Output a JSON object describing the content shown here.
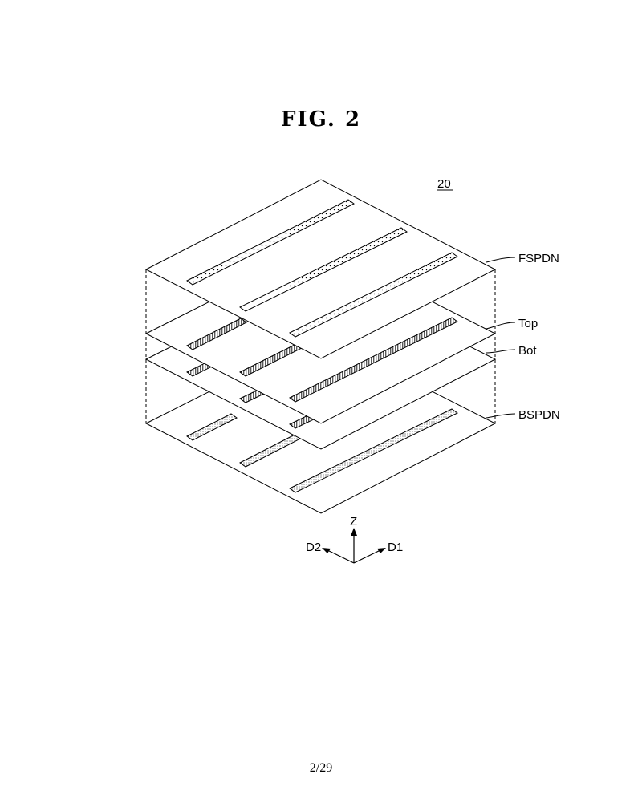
{
  "figure": {
    "title": "FIG. 2",
    "reference_number": "20"
  },
  "layers": [
    {
      "label": "FSPDN"
    },
    {
      "label": "Top"
    },
    {
      "label": "Bot"
    },
    {
      "label": "BSPDN"
    }
  ],
  "axes": {
    "z": "Z",
    "d1": "D1",
    "d2": "D2"
  },
  "page": {
    "number": "2/29"
  }
}
